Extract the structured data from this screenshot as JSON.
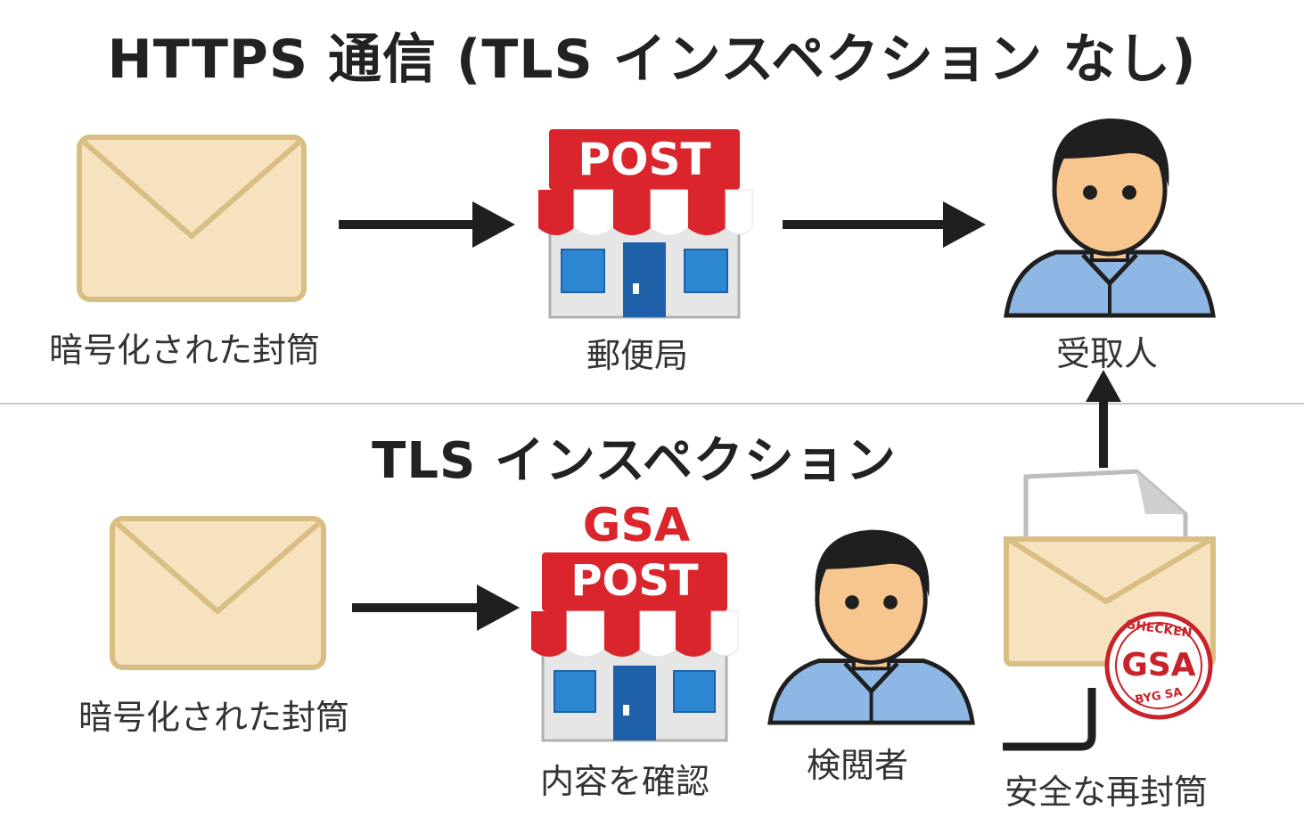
{
  "top": {
    "title": "HTTPS 通信 (TLS インスペクション なし)",
    "envelope_label": "暗号化された封筒",
    "post_sign": "POST",
    "post_label": "郵便局",
    "recipient_label": "受取人"
  },
  "bottom": {
    "title": "TLS インスペクション",
    "envelope_label": "暗号化された封筒",
    "gsa_label": "GSA",
    "post_sign": "POST",
    "post_label": "内容を確認",
    "inspector_label": "検閲者",
    "reseal_label": "安全な再封筒",
    "stamp_top": "GHECKEN",
    "stamp_center": "GSA",
    "stamp_bottom": "BYG SA"
  },
  "icons": {
    "envelope": "envelope-icon",
    "post_office": "post-office-icon",
    "person": "person-icon",
    "arrow": "arrow-right-icon",
    "stamp": "stamp-icon"
  },
  "colors": {
    "envelope_fill": "#F6E2BF",
    "envelope_stroke": "#D9BE84",
    "awning_red": "#D9252B",
    "window_blue": "#2D86D1",
    "door_blue": "#1E61A8",
    "shirt_blue": "#8FB7E5",
    "skin": "#F7C58E",
    "hair": "#1F1F1F",
    "arrow": "#1F1F1F"
  }
}
